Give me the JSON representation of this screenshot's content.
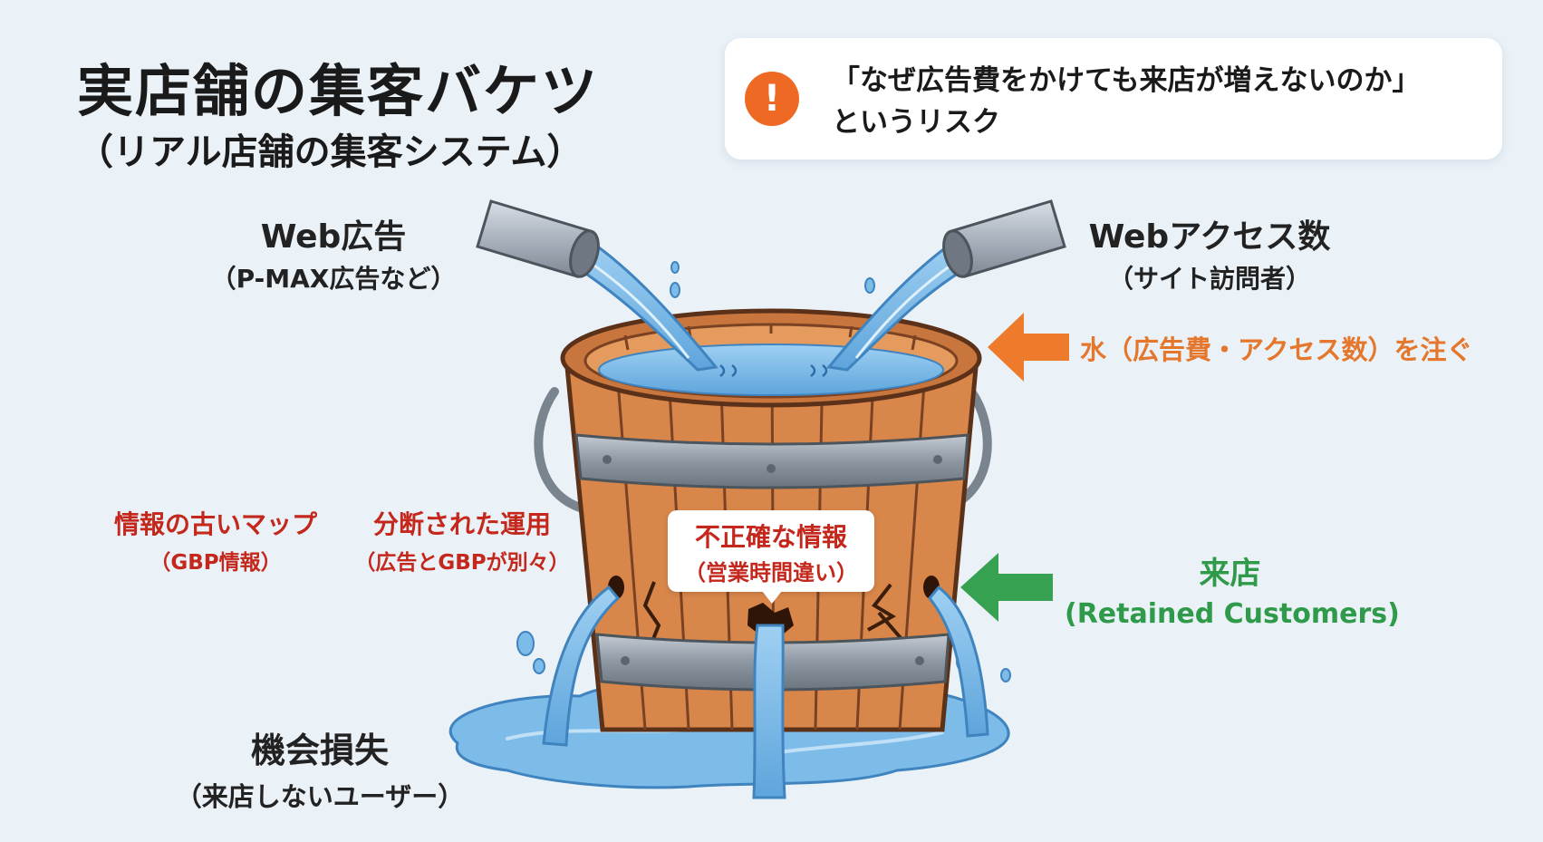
{
  "title": {
    "main": "実店舗の集客バケツ",
    "sub": "（リアル店舗の集客システム）"
  },
  "risk": {
    "icon": "exclamation-icon",
    "line1": "「なぜ広告費をかけても来店が増えないのか」",
    "line2": "というリスク"
  },
  "inputs": {
    "web_ads": {
      "title": "Web広告",
      "sub": "（P-MAX広告など）"
    },
    "web_access": {
      "title": "Webアクセス数",
      "sub": "（サイト訪問者）"
    },
    "pour": "水（広告費・アクセス数）を注ぐ"
  },
  "leaks": {
    "old_map": {
      "title": "情報の古いマップ",
      "sub": "（GBP情報）"
    },
    "fragmented": {
      "title": "分断された運用",
      "sub": "（広告とGBPが別々）"
    },
    "inaccurate": {
      "title": "不正確な情報",
      "sub": "（営業時間違い）"
    }
  },
  "outputs": {
    "visit": {
      "title": "来店",
      "sub": "(Retained Customers)"
    },
    "loss": {
      "title": "機会損失",
      "sub": "（来店しないユーザー）"
    }
  },
  "colors": {
    "background": "#eaf1f7",
    "accent_orange": "#e5772c",
    "leak_red": "#c4271c",
    "visit_green": "#2f9a4a",
    "water_blue": "#6fb3e4",
    "wood": "#d9864a"
  }
}
